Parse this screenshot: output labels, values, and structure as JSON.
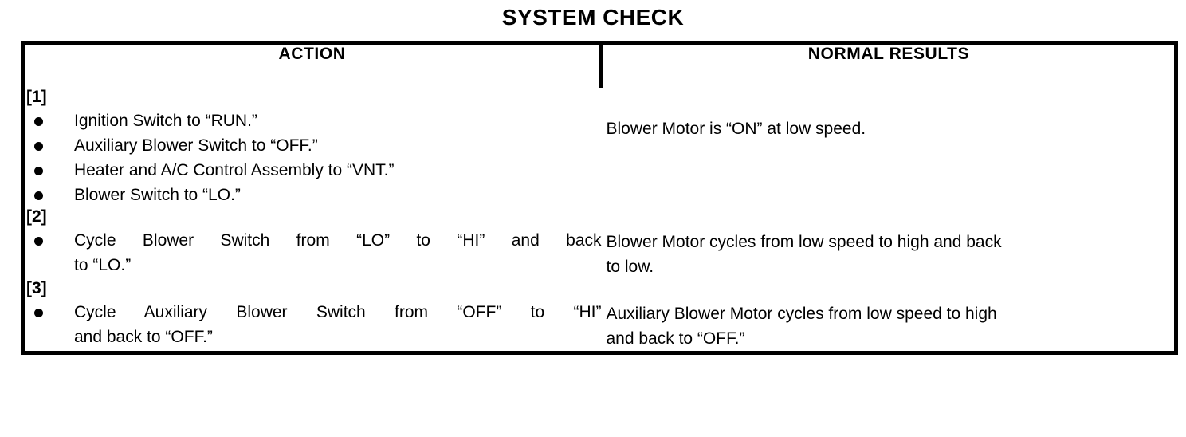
{
  "document": {
    "title": "SYSTEM CHECK"
  },
  "table": {
    "headers": {
      "action": "ACTION",
      "results": "NORMAL RESULTS"
    },
    "rows": [
      {
        "step": "[1]",
        "actions": [
          "Ignition Switch to “RUN.”",
          "Auxiliary Blower Switch to “OFF.”",
          "Heater and A/C Control Assembly to “VNT.”",
          "Blower Switch to “LO.”"
        ],
        "result_lines": [
          "Blower Motor is “ON” at low speed."
        ]
      },
      {
        "step": "[2]",
        "action_line1": "Cycle Blower Switch from “LO” to “HI” and back",
        "action_line2": "to “LO.”",
        "result_lines": [
          "Blower Motor cycles from low speed to high and back",
          "to low."
        ]
      },
      {
        "step": "[3]",
        "action_line1": "Cycle Auxiliary Blower Switch from “OFF” to “HI”",
        "action_line2": "and back to “OFF.”",
        "result_lines": [
          "Auxiliary Blower Motor cycles from low speed to high",
          "and back to “OFF.”"
        ]
      }
    ]
  },
  "colors": {
    "ink": "#000000",
    "paper": "#ffffff"
  }
}
